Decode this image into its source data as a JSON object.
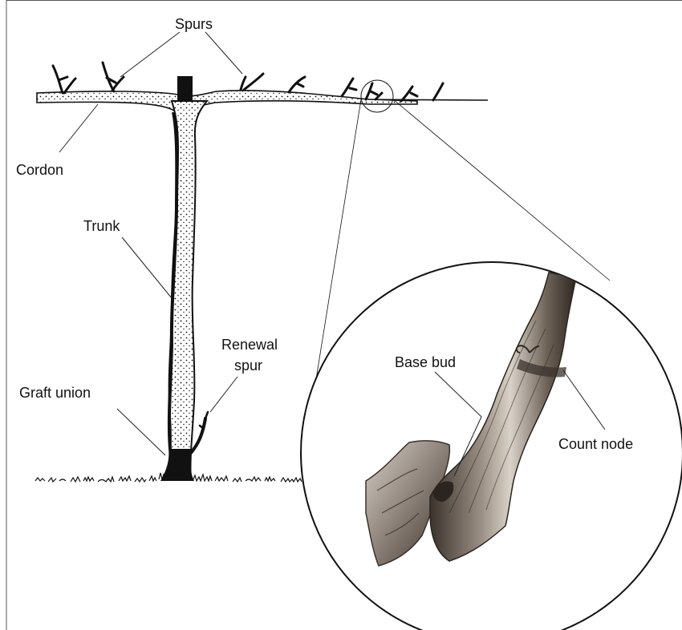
{
  "labels": {
    "spurs": "Spurs",
    "cordon": "Cordon",
    "trunk": "Trunk",
    "renewal_spur_line1": "Renewal",
    "renewal_spur_line2": "spur",
    "graft_union": "Graft union",
    "base_bud": "Base bud",
    "count_node": "Count node"
  },
  "colors": {
    "ink": "#111111",
    "background": "#ffffff",
    "bark_light": "#d9d2c8",
    "bark_dark": "#5a4f45"
  }
}
